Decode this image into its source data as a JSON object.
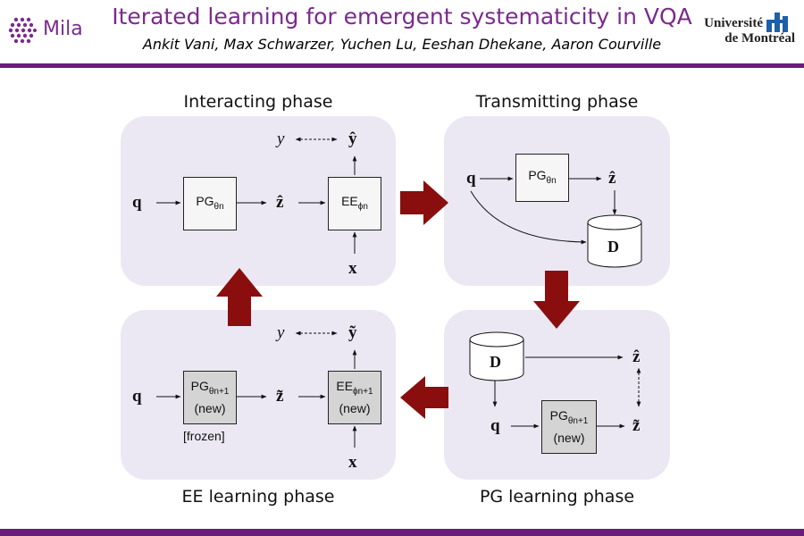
{
  "header": {
    "title": "Iterated learning for emergent systematicity in VQA",
    "authors": "Ankit Vani, Max Schwarzer, Yuchen Lu, Eeshan Dhekane, Aaron Courville",
    "mila_logo_text": "Mila",
    "udem_line1": "Université",
    "udem_line2": "de Montréal"
  },
  "colors": {
    "brand_purple": "#7b2a8e",
    "rule_purple": "#6a1b7c",
    "panel_bg": "#ebe8f3",
    "phase_arrow": "#8b0e0e"
  },
  "phases": {
    "interacting": {
      "label": "Interacting phase",
      "q": "q",
      "pg_name": "PG",
      "pg_sub": "θn",
      "z_hat": "ẑ",
      "ee_name": "EE",
      "ee_sub": "ϕn",
      "y": "y",
      "y_hat": "ŷ",
      "x": "x"
    },
    "transmitting": {
      "label": "Transmitting phase",
      "q": "q",
      "pg_name": "PG",
      "pg_sub": "θn",
      "z_hat": "ẑ",
      "dataset": "D"
    },
    "pg_learning": {
      "label": "PG learning phase",
      "dataset": "D",
      "q": "q",
      "pg_name": "PG",
      "pg_sub": "θn+1",
      "pg_new": "(new)",
      "z_hat": "ẑ",
      "z_tilde": "z̃"
    },
    "ee_learning": {
      "label": "EE learning phase",
      "q": "q",
      "pg_name": "PG",
      "pg_sub": "θn+1",
      "pg_new": "(new)",
      "frozen": "[frozen]",
      "z_tilde": "z̃",
      "ee_name": "EE",
      "ee_sub": "ϕn+1",
      "ee_new": "(new)",
      "y": "y",
      "y_tilde": "ỹ",
      "x": "x"
    }
  }
}
